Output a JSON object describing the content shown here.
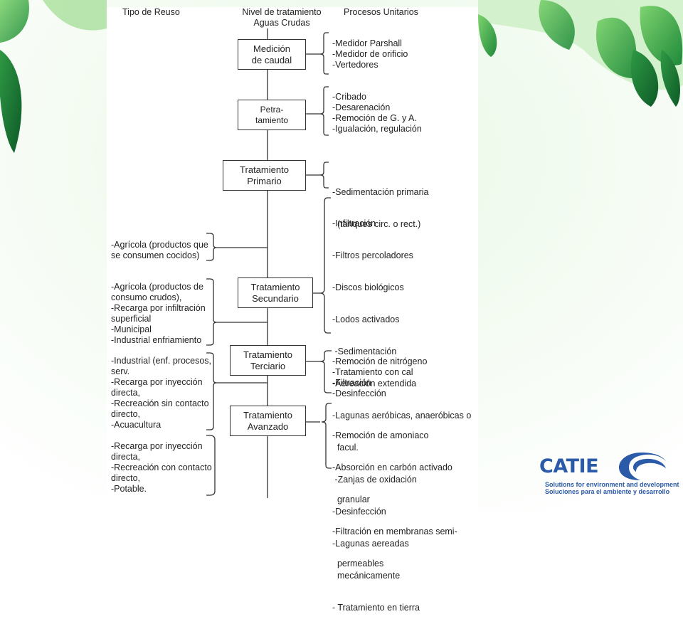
{
  "headers": {
    "reuse": "Tipo de Reuso",
    "level_line1": "Nivel de tratamiento",
    "level_line2": "Aguas Crudas",
    "processes": "Procesos Unitarios"
  },
  "levels": [
    {
      "line1": "Medición",
      "line2": "de caudal"
    },
    {
      "line1": "Petra-",
      "line2": "tamiento"
    },
    {
      "line1": "Tratamiento",
      "line2": "Primario"
    },
    {
      "line1": "Tratamiento",
      "line2": "Secundario"
    },
    {
      "line1": "Tratamiento",
      "line2": "Terciario"
    },
    {
      "line1": "Tratamiento",
      "line2": "Avanzado"
    }
  ],
  "processes": [
    [
      "-Medidor Parshall",
      "-Medidor de orificio",
      "-Vertedores"
    ],
    [
      "-Cribado",
      "-Desarenación",
      "-Remoción de G. y A.",
      "-Igualación, regulación"
    ],
    [
      "-Sedimentación primaria",
      "  (tanques circ. o rect.)"
    ],
    [
      "-Infiltración",
      "-Filtros percoladores",
      "-Discos biológicos",
      "-Lodos activados",
      " -Sedimentación",
      "-Aereación extendida",
      "-Lagunas aeróbicas, anaeróbicas o",
      "  facul.",
      " -Zanjas de oxidación",
      "-Desinfección",
      "-Lagunas aereadas",
      "  mecánicamente",
      "- Tratamiento en tierra"
    ],
    [
      "-Remoción de nitrógeno",
      "-Tratamiento con cal",
      "-Filtración",
      "-Desinfección"
    ],
    [
      "-Remoción de amoniaco",
      "-Absorción en carbón activado",
      "  granular",
      "-Filtración en membranas semi-",
      "  permeables"
    ]
  ],
  "reuses": [
    [
      "-Agrícola (productos que",
      "se consumen cocidos)"
    ],
    [
      "-Agrícola (productos de",
      "consumo crudos),",
      "-Recarga por infiltración",
      "superficial",
      "-Municipal",
      "-Industrial enfriamiento"
    ],
    [
      "-Industrial (enf. procesos,",
      "serv.",
      "-Recarga por inyección",
      "directa,",
      "-Recreación sin contacto",
      "directo,",
      "-Acuacultura"
    ],
    [
      "-Recarga por inyección",
      "directa,",
      "-Recreación con contacto",
      "directo,",
      "-Potable."
    ]
  ],
  "logo": {
    "name": "CATIE",
    "tagline_en": "Solutions for environment and development",
    "tagline_es": "Soluciones para el ambiente y desarrollo"
  },
  "colors": {
    "leaf_green": "#3fae4a",
    "leaf_light": "#bfe9b6",
    "logo_blue": "#2a5aa8",
    "line": "#333333"
  }
}
